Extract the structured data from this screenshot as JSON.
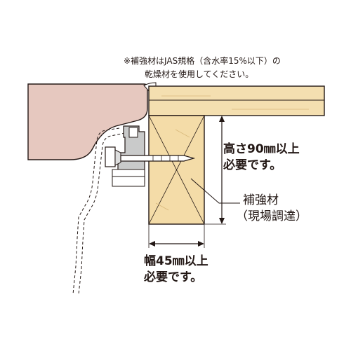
{
  "note": {
    "line1": "※補強材はJAS規格（含水率15%以下）の",
    "line2": "乾燥材を使用してください。"
  },
  "height_label": {
    "line1": "高さ90㎜以上",
    "line2": "必要です。"
  },
  "member_label": {
    "line1": "補強材",
    "line2": "（現場調達）"
  },
  "width_label": {
    "line1": "幅45㎜以上",
    "line2": "必要です。"
  },
  "colors": {
    "countertop": "#e6c8bf",
    "board": "#f4dfb0",
    "timber": "#f4dca8",
    "frame": "#9fa0a0",
    "line": "#231815"
  }
}
